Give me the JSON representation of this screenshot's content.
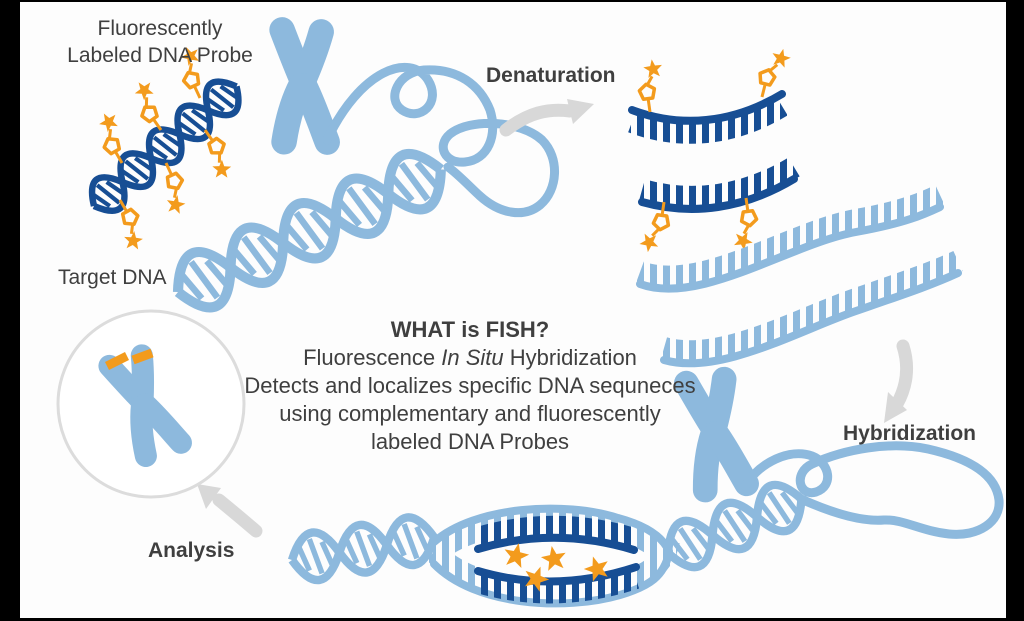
{
  "figure": {
    "labels": {
      "probe_line1": "Fluorescently",
      "probe_line2": "Labeled DNA Probe",
      "target_dna": "Target DNA",
      "step_denaturation": "Denaturation",
      "step_hybridization": "Hybridization",
      "step_analysis": "Analysis"
    },
    "center_text": {
      "title": "WHAT is FISH?",
      "line2_prefix": "Fluorescence ",
      "line2_italic": "In Situ",
      "line2_suffix": " Hybridization",
      "line3": "Detects and localizes specific DNA sequneces",
      "line4": "using complementary and fluorescently",
      "line5": "labeled DNA Probes"
    },
    "colors": {
      "dark_blue": "#174e94",
      "light_blue": "#8db9dd",
      "orange": "#f39b1d",
      "text_gray": "#3f3f3f",
      "arrow_gray": "#d8d8d8",
      "circle_border": "#dcdcdc",
      "background": "#fdfdfd",
      "frame_black": "#000000"
    },
    "icons": [
      "fluorescent-probe-helix-icon",
      "chromosome-icon",
      "chromatin-loops-icon",
      "target-dna-helix-icon",
      "denaturation-arrow-icon",
      "denatured-probe-strand-icon",
      "denatured-target-strand-icon",
      "fluorescent-label-icon",
      "hybridization-arrow-icon",
      "hybridized-dna-bubble-icon",
      "bound-star-icon",
      "analysis-circle",
      "analysis-chromosome-icon",
      "analysis-arrow-icon"
    ]
  }
}
